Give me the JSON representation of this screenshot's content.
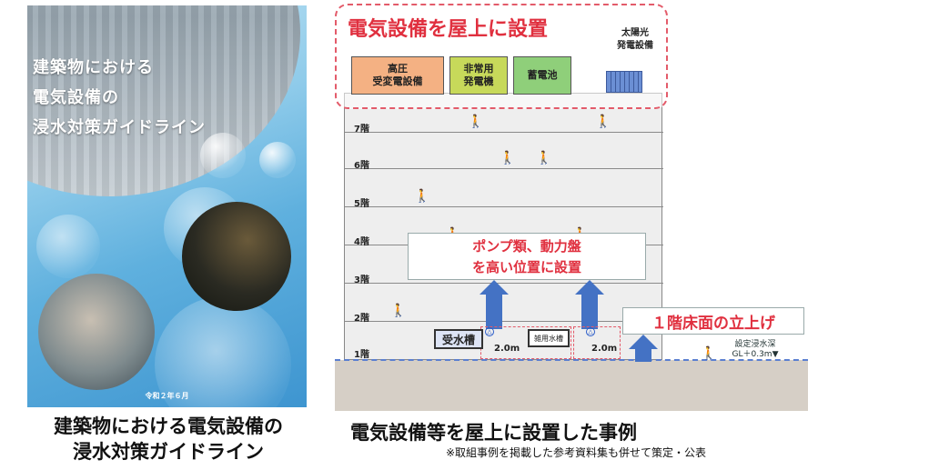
{
  "cover": {
    "title_lines": [
      "建築物における",
      "電気設備の",
      "浸水対策ガイドライン"
    ],
    "date": "令和２年６月",
    "caption_lines": [
      "建築物における電気設備の",
      "浸水対策ガイドライン"
    ]
  },
  "diagram": {
    "roof_title": "電気設備を屋上に設置",
    "equipment": {
      "high_voltage": "高圧\n受変電設備",
      "generator": "非常用\n発電機",
      "battery": "蓄電池"
    },
    "solar_label": "太陽光\n発電設備",
    "floors": [
      "7階",
      "6階",
      "5階",
      "4階",
      "3階",
      "2階",
      "1階"
    ],
    "pump_text_lines": [
      "ポンプ類、動力盤",
      "を高い位置に設置"
    ],
    "tank_receiving": "受水槽",
    "tank_misc": "雑用水槽",
    "dim_left": "2.0m",
    "dim_right": "2.0m",
    "raise_text": "１階床面の立上げ",
    "flood_label_1": "設定浸水深",
    "flood_label_2": "GL＋0.3m▼",
    "person_glyph": "🚶",
    "colors": {
      "accent_red": "#e0303f",
      "arrow_blue": "#4472c4",
      "hv_orange": "#f4b183",
      "gen_green": "#c7d95a",
      "bat_green": "#8fcf7a"
    }
  },
  "captions": {
    "diagram_caption": "電気設備等を屋上に設置した事例",
    "note": "※取組事例を掲載した参考資料集も併せて策定・公表"
  }
}
